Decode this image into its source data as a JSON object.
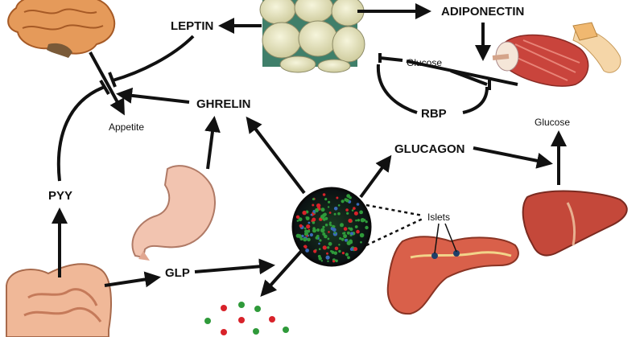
{
  "labels": {
    "leptin": "LEPTIN",
    "adiponectin": "ADIPONECTIN",
    "ghrelin": "GHRELIN",
    "appetite": "Appetite",
    "glucose_upper": "Glucose",
    "rbp": "RBP",
    "glucagon": "GLUCAGON",
    "glucose_right": "Glucose",
    "pyy": "PYY",
    "glp": "GLP",
    "islets": "Islets"
  },
  "organs": [
    {
      "name": "brain",
      "icon": "brain-icon"
    },
    {
      "name": "adipose tissue",
      "icon": "fat-cells-icon"
    },
    {
      "name": "muscle",
      "icon": "muscle-icon"
    },
    {
      "name": "stomach",
      "icon": "stomach-icon"
    },
    {
      "name": "pancreatic islet",
      "icon": "islet-icon"
    },
    {
      "name": "pancreas",
      "icon": "pancreas-icon"
    },
    {
      "name": "liver",
      "icon": "liver-icon"
    },
    {
      "name": "intestines",
      "icon": "intestines-icon"
    }
  ],
  "colors": {
    "arrow": "#111111",
    "fat_cell": "#e8e6c4",
    "fat_bg": "#3f7f6a",
    "muscle": "#c9443c",
    "stomach": "#f2c4b0",
    "liver": "#c4483a",
    "pancreas": "#d9604a",
    "intestine": "#e88a6a",
    "islet_green": "#2f9a3a",
    "islet_red": "#d8222a"
  }
}
